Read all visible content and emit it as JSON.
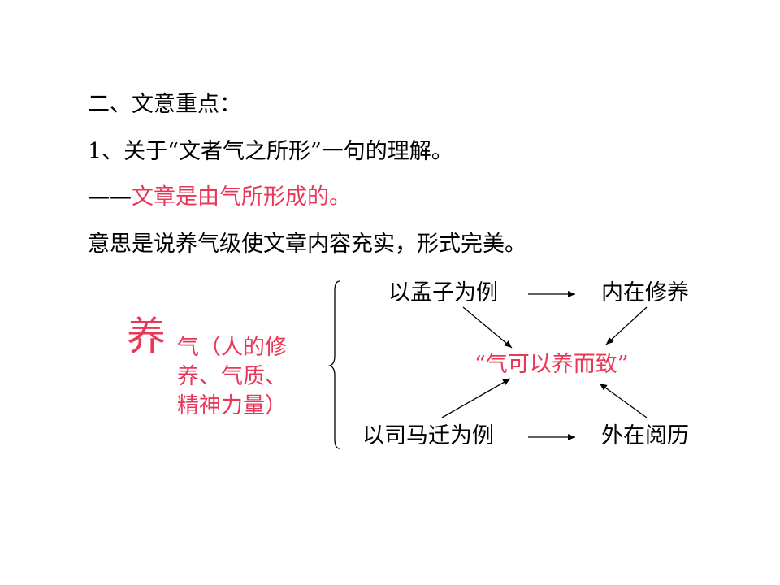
{
  "slide": {
    "heading": "二、文意重点：",
    "point1": "1、关于“文者气之所形”一句的理解。",
    "dash": "——",
    "interpretation": "文章是由气所形成的。",
    "meaning": "意思是说养气级使文章内容充实，形式完美。"
  },
  "diagram": {
    "main_char": "养",
    "qi_note_lines": [
      "气（人的修",
      "养、气质、",
      "精神力量）"
    ],
    "example_mengzi": "以孟子为例",
    "result_inner": "内在修养",
    "center": "“气可以养而致”",
    "example_sima": "以司马迁为例",
    "result_outer": "外在阅历"
  },
  "colors": {
    "accent": "#e8385a",
    "text": "#000000",
    "background": "#ffffff"
  }
}
